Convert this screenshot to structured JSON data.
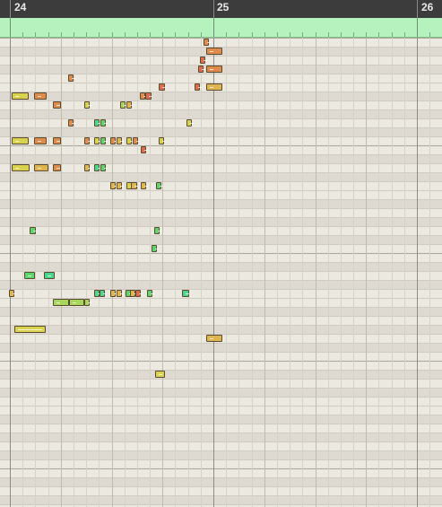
{
  "ruler": {
    "bars": [
      "24",
      "25",
      "26"
    ]
  },
  "colors": {
    "orange": "#e08a4c",
    "red": "#e06a4c",
    "yellow": "#d8d24e",
    "gold": "#e0b44e",
    "lime": "#a8d65c",
    "green": "#5cd66a",
    "teal": "#4cd68a",
    "loop_region": "#b6f2be",
    "ruler_bg": "#3c3c3c",
    "grid_bg": "#ece9e0"
  },
  "notes": [
    {
      "start": 3.8,
      "dur": 0.08,
      "pitch": 0,
      "color": "orange"
    },
    {
      "start": 3.86,
      "dur": 0.32,
      "pitch": 1,
      "color": "orange"
    },
    {
      "start": 3.73,
      "dur": 0.08,
      "pitch": 2,
      "color": "red"
    },
    {
      "start": 3.7,
      "dur": 0.08,
      "pitch": 3,
      "color": "red"
    },
    {
      "start": 3.86,
      "dur": 0.32,
      "pitch": 3,
      "color": "orange"
    },
    {
      "start": 1.14,
      "dur": 0.07,
      "pitch": 4,
      "color": "orange"
    },
    {
      "start": 2.92,
      "dur": 0.12,
      "pitch": 5,
      "color": "red"
    },
    {
      "start": 3.63,
      "dur": 0.07,
      "pitch": 5,
      "color": "red"
    },
    {
      "start": 3.86,
      "dur": 0.32,
      "pitch": 5,
      "color": "gold"
    },
    {
      "start": 0.04,
      "dur": 0.33,
      "pitch": 6,
      "color": "yellow"
    },
    {
      "start": 0.47,
      "dur": 0.25,
      "pitch": 6,
      "color": "orange"
    },
    {
      "start": 2.55,
      "dur": 0.06,
      "pitch": 6,
      "color": "orange"
    },
    {
      "start": 2.66,
      "dur": 0.12,
      "pitch": 6,
      "color": "red"
    },
    {
      "start": 0.85,
      "dur": 0.15,
      "pitch": 7,
      "color": "orange"
    },
    {
      "start": 1.47,
      "dur": 0.06,
      "pitch": 7,
      "color": "yellow"
    },
    {
      "start": 2.16,
      "dur": 0.06,
      "pitch": 7,
      "color": "lime"
    },
    {
      "start": 2.29,
      "dur": 0.06,
      "pitch": 7,
      "color": "gold"
    },
    {
      "start": 1.14,
      "dur": 0.06,
      "pitch": 9,
      "color": "orange"
    },
    {
      "start": 1.66,
      "dur": 0.06,
      "pitch": 9,
      "color": "teal"
    },
    {
      "start": 1.78,
      "dur": 0.07,
      "pitch": 9,
      "color": "green"
    },
    {
      "start": 3.48,
      "dur": 0.06,
      "pitch": 9,
      "color": "yellow"
    },
    {
      "start": 0.04,
      "dur": 0.33,
      "pitch": 11,
      "color": "yellow"
    },
    {
      "start": 0.47,
      "dur": 0.25,
      "pitch": 11,
      "color": "orange"
    },
    {
      "start": 0.85,
      "dur": 0.15,
      "pitch": 11,
      "color": "orange"
    },
    {
      "start": 1.47,
      "dur": 0.06,
      "pitch": 11,
      "color": "orange"
    },
    {
      "start": 1.66,
      "dur": 0.06,
      "pitch": 11,
      "color": "yellow"
    },
    {
      "start": 1.78,
      "dur": 0.07,
      "pitch": 11,
      "color": "green"
    },
    {
      "start": 1.97,
      "dur": 0.06,
      "pitch": 11,
      "color": "orange"
    },
    {
      "start": 2.09,
      "dur": 0.06,
      "pitch": 11,
      "color": "gold"
    },
    {
      "start": 2.29,
      "dur": 0.06,
      "pitch": 11,
      "color": "yellow"
    },
    {
      "start": 2.41,
      "dur": 0.11,
      "pitch": 11,
      "color": "orange"
    },
    {
      "start": 2.93,
      "dur": 0.06,
      "pitch": 11,
      "color": "yellow"
    },
    {
      "start": 2.58,
      "dur": 0.11,
      "pitch": 12,
      "color": "red"
    },
    {
      "start": 0.04,
      "dur": 0.35,
      "pitch": 14,
      "color": "yellow"
    },
    {
      "start": 0.47,
      "dur": 0.28,
      "pitch": 14,
      "color": "gold"
    },
    {
      "start": 0.85,
      "dur": 0.15,
      "pitch": 14,
      "color": "orange"
    },
    {
      "start": 1.46,
      "dur": 0.06,
      "pitch": 14,
      "color": "gold"
    },
    {
      "start": 1.66,
      "dur": 0.06,
      "pitch": 14,
      "color": "teal"
    },
    {
      "start": 1.78,
      "dur": 0.09,
      "pitch": 14,
      "color": "green"
    },
    {
      "start": 1.97,
      "dur": 0.06,
      "pitch": 16,
      "color": "gold"
    },
    {
      "start": 2.09,
      "dur": 0.06,
      "pitch": 16,
      "color": "gold"
    },
    {
      "start": 2.29,
      "dur": 0.06,
      "pitch": 16,
      "color": "yellow"
    },
    {
      "start": 2.38,
      "dur": 0.12,
      "pitch": 16,
      "color": "gold"
    },
    {
      "start": 2.58,
      "dur": 0.11,
      "pitch": 16,
      "color": "gold"
    },
    {
      "start": 2.88,
      "dur": 0.05,
      "pitch": 16,
      "color": "green"
    },
    {
      "start": 0.38,
      "dur": 0.12,
      "pitch": 21,
      "color": "green"
    },
    {
      "start": 2.83,
      "dur": 0.05,
      "pitch": 21,
      "color": "green"
    },
    {
      "start": 2.78,
      "dur": 0.05,
      "pitch": 23,
      "color": "green"
    },
    {
      "start": 0.28,
      "dur": 0.21,
      "pitch": 26,
      "color": "green"
    },
    {
      "start": 0.67,
      "dur": 0.21,
      "pitch": 26,
      "color": "teal"
    },
    {
      "start": -0.02,
      "dur": 0.09,
      "pitch": 28,
      "color": "gold"
    },
    {
      "start": 1.66,
      "dur": 0.1,
      "pitch": 28,
      "color": "teal"
    },
    {
      "start": 1.76,
      "dur": 0.1,
      "pitch": 28,
      "color": "teal"
    },
    {
      "start": 1.97,
      "dur": 0.06,
      "pitch": 28,
      "color": "gold"
    },
    {
      "start": 2.09,
      "dur": 0.06,
      "pitch": 28,
      "color": "gold"
    },
    {
      "start": 2.27,
      "dur": 0.08,
      "pitch": 28,
      "color": "green"
    },
    {
      "start": 2.37,
      "dur": 0.1,
      "pitch": 28,
      "color": "gold"
    },
    {
      "start": 2.46,
      "dur": 0.11,
      "pitch": 28,
      "color": "red"
    },
    {
      "start": 2.7,
      "dur": 0.05,
      "pitch": 28,
      "color": "green"
    },
    {
      "start": 3.38,
      "dur": 0.14,
      "pitch": 28,
      "color": "teal"
    },
    {
      "start": 0.85,
      "dur": 0.32,
      "pitch": 29,
      "color": "lime"
    },
    {
      "start": 1.17,
      "dur": 0.3,
      "pitch": 29,
      "color": "lime"
    },
    {
      "start": 1.47,
      "dur": 0.1,
      "pitch": 29,
      "color": "lime"
    },
    {
      "start": 0.08,
      "dur": 0.61,
      "pitch": 32,
      "color": "yellow"
    },
    {
      "start": 3.86,
      "dur": 0.32,
      "pitch": 33,
      "color": "gold"
    },
    {
      "start": 2.86,
      "dur": 0.2,
      "pitch": 37,
      "color": "yellow"
    }
  ]
}
